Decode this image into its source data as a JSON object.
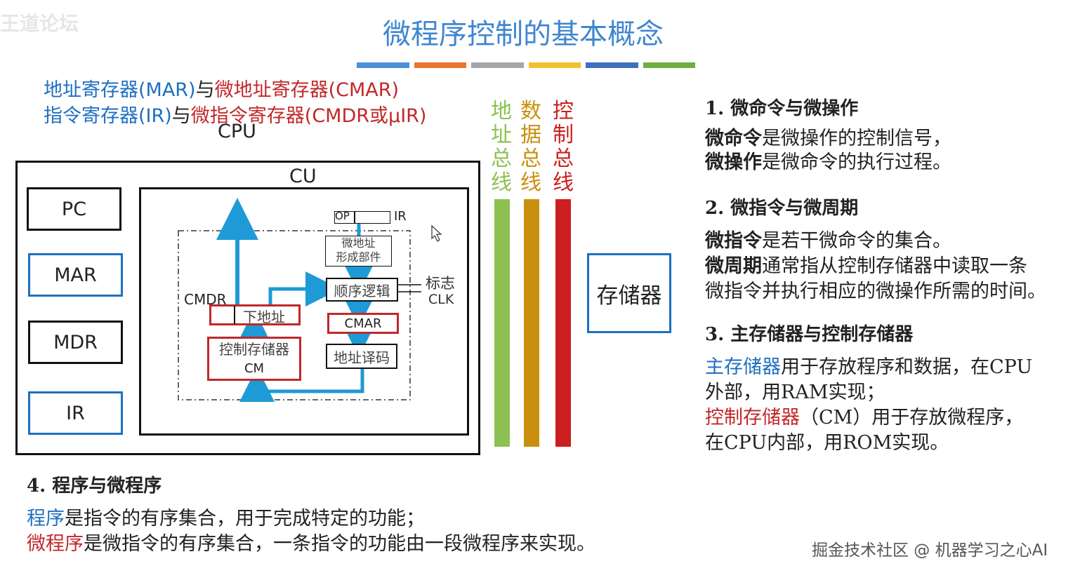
{
  "watermark_top": "王道论坛",
  "title": "微程序控制的基本概念",
  "title_bar_colors": [
    "#4a90d9",
    "#e8782a",
    "#a6a6a6",
    "#f2c12e",
    "#3f6fbf",
    "#6fae3f"
  ],
  "header_lines": {
    "line1_a": "地址寄存器(MAR)",
    "line1_b": "与",
    "line1_c": "微地址寄存器(CMAR)",
    "line2_a": "指令寄存器(IR)",
    "line2_b": "与",
    "line2_c": "微指令寄存器(CMDR或μIR)"
  },
  "cpu": {
    "label": "CPU",
    "cu_label": "CU",
    "registers": [
      "PC",
      "MAR",
      "MDR",
      "IR"
    ],
    "op_label": "OP",
    "ir_label": "IR",
    "micro_addr_unit": [
      "微地址",
      "形成部件"
    ],
    "seq_logic": "顺序逻辑",
    "flag_label": "标志",
    "clk_label": "CLK",
    "cmdr_label": "CMDR",
    "next_addr": "下地址",
    "cmar": "CMAR",
    "cm_name": "控制存储器",
    "cm_abbr": "CM",
    "addr_decode": "地址译码"
  },
  "buses": {
    "address": {
      "chars": [
        "地",
        "址",
        "总",
        "线"
      ],
      "color": "#8cc152"
    },
    "data": {
      "chars": [
        "数",
        "据",
        "总",
        "线"
      ],
      "color": "#c9900f"
    },
    "control": {
      "chars": [
        "控",
        "制",
        "总",
        "线"
      ],
      "color": "#cc1f1f"
    }
  },
  "memory_label": "存储器",
  "sections": {
    "s1": {
      "heading": "1. 微命令与微操作",
      "l1_bold": "微命令",
      "l1_rest": "是微操作的控制信号，",
      "l2_bold": "微操作",
      "l2_rest": "是微命令的执行过程。"
    },
    "s2": {
      "heading": "2. 微指令与微周期",
      "l1_bold": "微指令",
      "l1_rest": "是若干微命令的集合。",
      "l2_bold": "微周期",
      "l2_rest": "通常指从控制存储器中读取一条",
      "l3": "微指令并执行相应的微操作所需的时间。"
    },
    "s3": {
      "heading": "3. 主存储器与控制存储器",
      "l1_color": "主存储器",
      "l1_rest": "用于存放程序和数据，在CPU",
      "l2": "外部，用RAM实现；",
      "l3_color": "控制存储器",
      "l3_rest": "（CM）用于存放微程序，",
      "l4": "在CPU内部，用ROM实现。"
    },
    "s4": {
      "heading": "4. 程序与微程序",
      "l1_color": "程序",
      "l1_rest": "是指令的有序集合，用于完成特定的功能；",
      "l2_color": "微程序",
      "l2_rest": "是微指令的有序集合，一条指令的功能由一段微程序来实现。"
    }
  },
  "watermark_bottom": "掘金技术社区 @ 机器学习之心AI"
}
